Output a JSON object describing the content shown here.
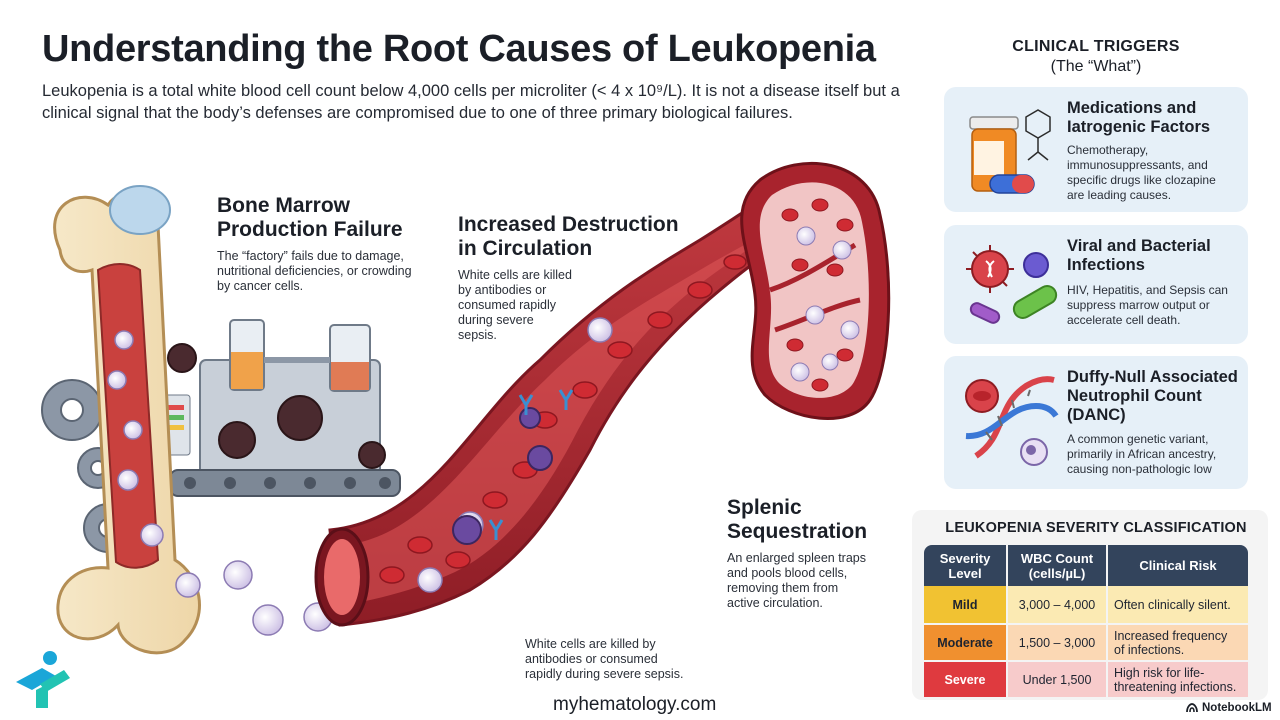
{
  "title": "Understanding the Root Causes of Leukopenia",
  "intro": "Leukopenia is a total white blood cell count below 4,000 cells per microliter (< 4 x 10⁹/L). It is not a disease itself but a clinical signal that the body’s defenses are compromised due to one of three primary biological failures.",
  "callouts": {
    "bone_marrow": {
      "title": "Bone Marrow\nProduction Failure",
      "text": "The “factory” fails due to damage,\nnutritional deficiencies, or crowding\nby cancer cells."
    },
    "destruction": {
      "title": "Increased Destruction\nin Circulation",
      "text": "White cells are killed\nby antibodies or\nconsumed rapidly\nduring severe\nsepsis."
    },
    "spleen": {
      "title": "Splenic\nSequestration",
      "text": "An enlarged spleen traps\nand pools blood cells,\nremoving them from\nactive circulation."
    },
    "bottom_note": "White cells are killed by\nantibodies or consumed\nrapidly during severe sepsis."
  },
  "triggers": {
    "heading": "CLINICAL TRIGGERS",
    "subheading": "(The “What”)",
    "cards": [
      {
        "icon": "pill-bottle-icon",
        "title": "Medications and\nIatrogenic Factors",
        "text": "Chemotherapy,\nimmunosuppressants, and\nspecific drugs like clozapine\nare leading causes."
      },
      {
        "icon": "virus-bacteria-icon",
        "title": "Viral and Bacterial\nInfections",
        "text": "HIV, Hepatitis, and Sepsis can\nsuppress marrow output or\naccelerate cell death."
      },
      {
        "icon": "dna-icon",
        "title": "Duffy-Null Associated\nNeutrophil Count\n(DANC)",
        "text": "A common genetic variant,\nprimarily in African ancestry,\ncausing non-pathologic low"
      }
    ]
  },
  "severity": {
    "heading": "LEUKOPENIA SEVERITY CLASSIFICATION",
    "columns": [
      "Severity\nLevel",
      "WBC Count\n(cells/µL)",
      "Clinical Risk"
    ],
    "rows": [
      {
        "level": "Mild",
        "count": "3,000 – 4,000",
        "risk": "Often clinically silent."
      },
      {
        "level": "Moderate",
        "count": "1,500 – 3,000",
        "risk": "Increased frequency\nof infections."
      },
      {
        "level": "Severe",
        "count": "Under 1,500",
        "risk": "High risk for life-\nthreatening infections."
      }
    ]
  },
  "footer": {
    "url": "myhematology.com",
    "brand": "NotebookLM"
  },
  "colors": {
    "vessel": "#b3262f",
    "vessel_inner": "#d9474a",
    "rbc": "#cf2b33",
    "wbc": "#ebe4f5",
    "card_bg": "#e6f0f8",
    "table_header": "#33445c",
    "mild": "#f1c232",
    "moderate": "#f0902f",
    "severe": "#df3a3f"
  }
}
